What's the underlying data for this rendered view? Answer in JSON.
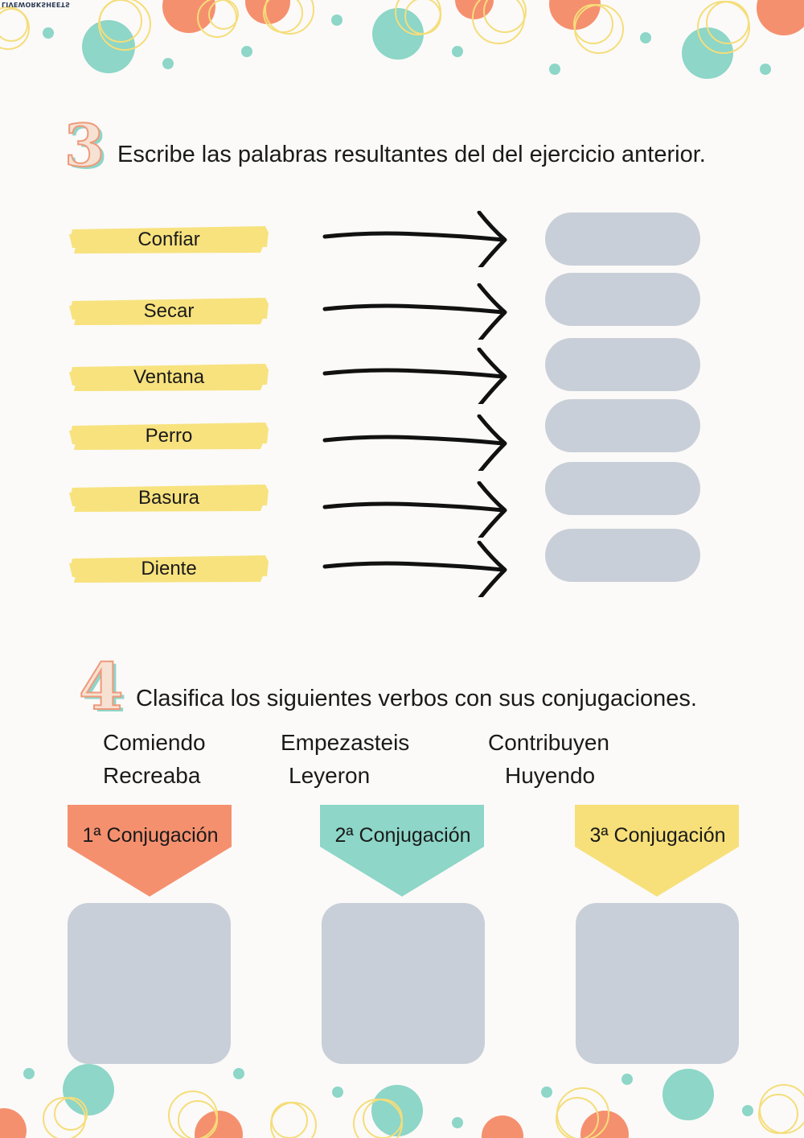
{
  "brand": "LIVEWORKSHEETS",
  "colors": {
    "coral": "#f5906f",
    "teal": "#8dd6c8",
    "yellow": "#f7e07a",
    "highlight": "#f8e27e",
    "box_gray": "#c9cfd8"
  },
  "section3": {
    "number": "3",
    "instruction": "Escribe las palabras resultantes del del ejercicio anterior.",
    "words": [
      "Confiar",
      "Secar",
      "Ventana",
      "Perro",
      "Basura",
      "Diente"
    ],
    "answers": [
      "",
      "",
      "",
      "",
      "",
      ""
    ]
  },
  "section4": {
    "number": "4",
    "instruction": "Clasifica los siguientes verbos con sus conjugaciones.",
    "verbs": [
      "Comiendo",
      "Empezasteis",
      "Contribuyen",
      "Recreaba",
      "Leyeron",
      "Huyendo"
    ],
    "categories": [
      {
        "label": "1ª Conjugación",
        "color": "#f5906f"
      },
      {
        "label": "2ª Conjugación",
        "color": "#8dd6c8"
      },
      {
        "label": "3ª Conjugación",
        "color": "#f7e07a"
      }
    ]
  }
}
